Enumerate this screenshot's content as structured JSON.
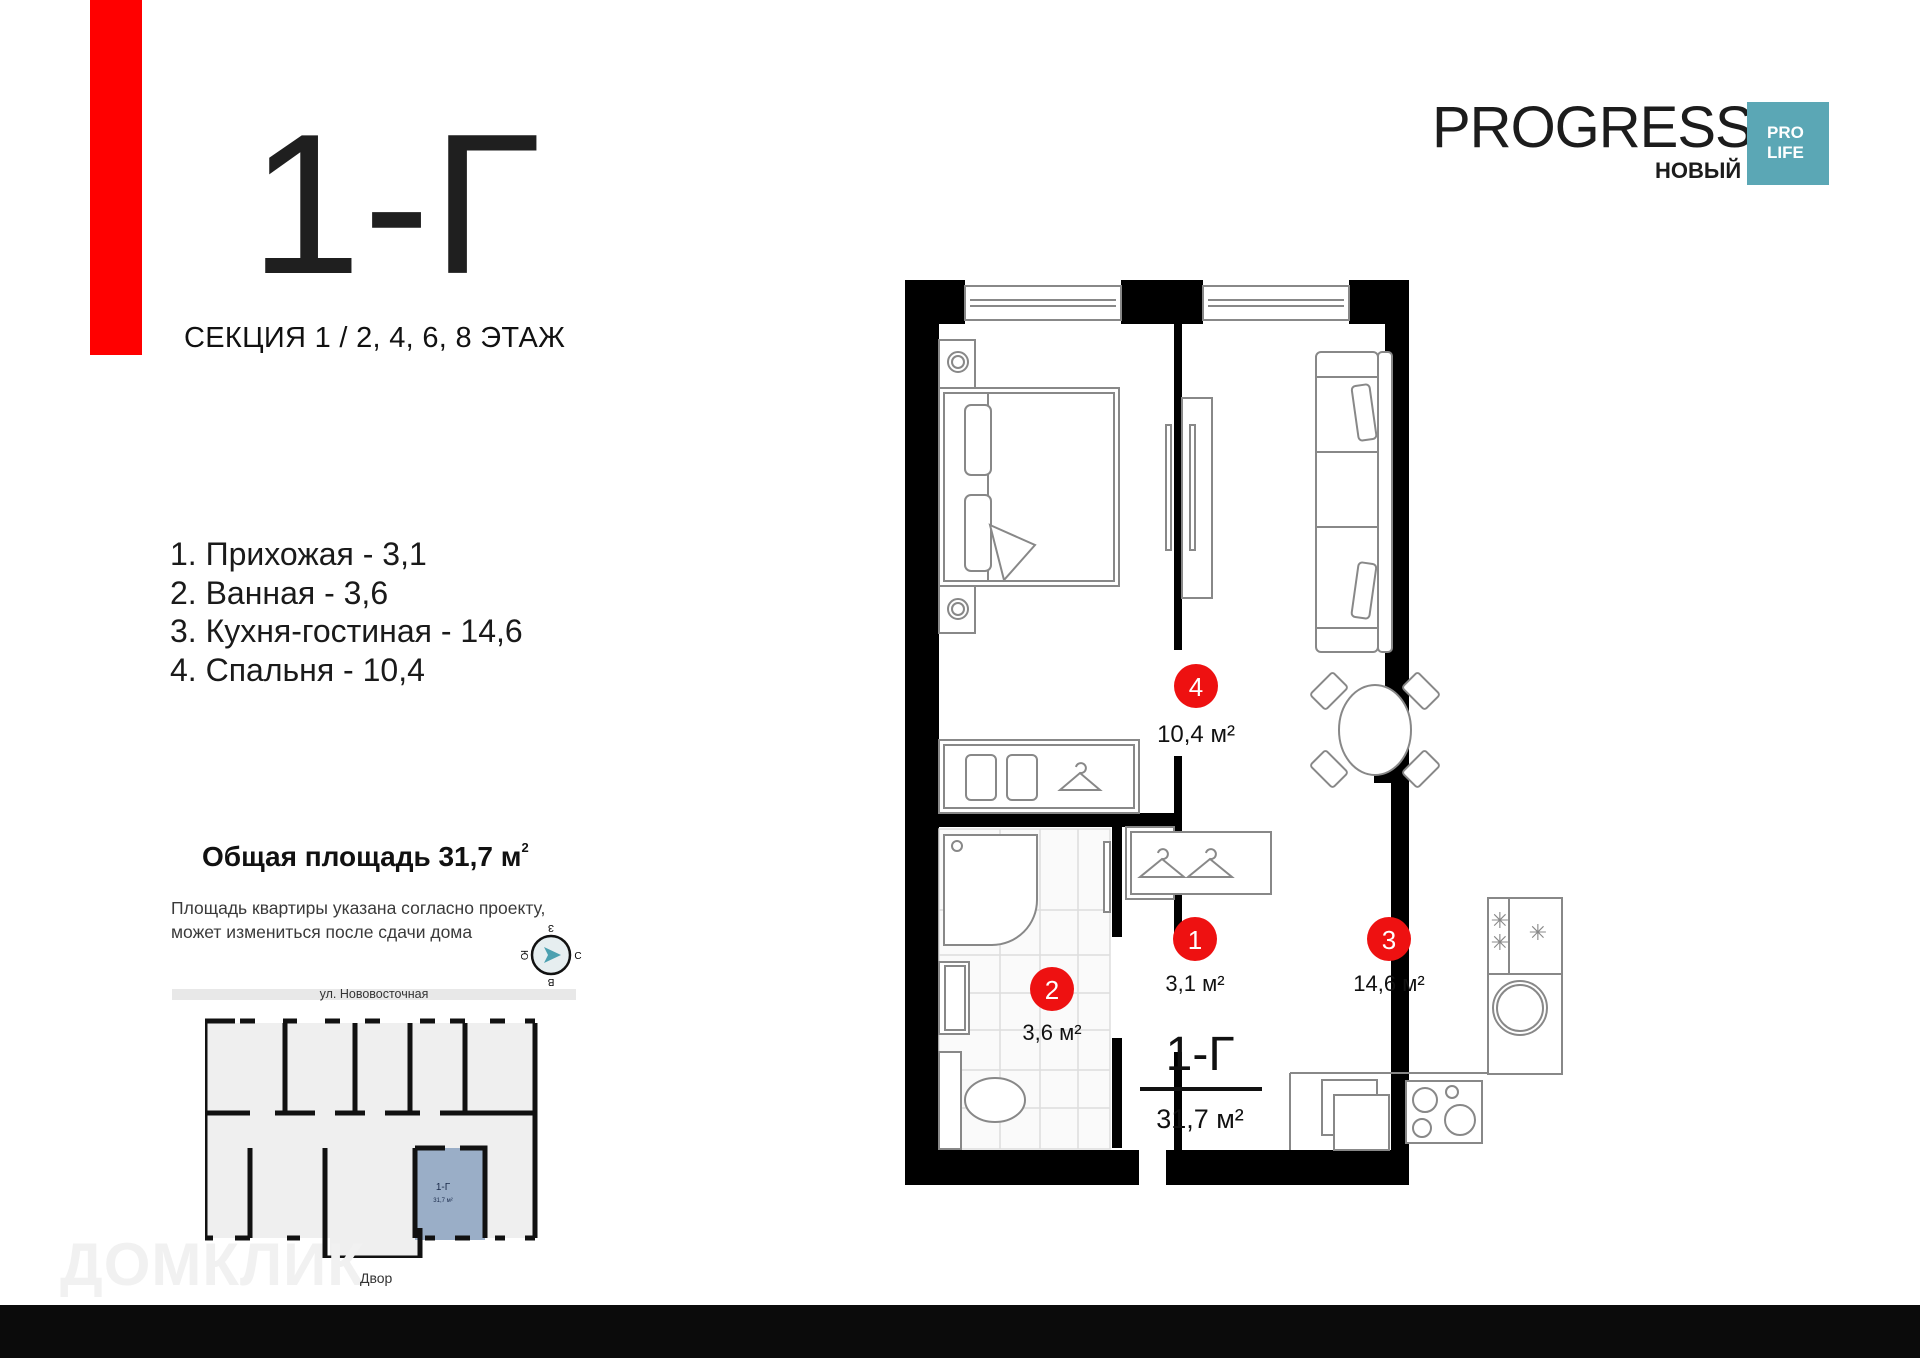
{
  "header": {
    "apartment_code": "1-Г",
    "section_floors": "СЕКЦИЯ 1  / 2, 4, 6, 8 ЭТАЖ"
  },
  "brand": {
    "name": "PROGRESS",
    "subtitle": "НОВЫЙ",
    "badge_line1": "PRO",
    "badge_line2": "LIFE",
    "badge_color": "#5ba7b5",
    "accent_color": "#ff0000"
  },
  "rooms": [
    {
      "num": "1",
      "label": "1.  Прихожая - 3,1",
      "name": "Прихожая",
      "area": "3,1 м²"
    },
    {
      "num": "2",
      "label": "2. Ванная - 3,6",
      "name": "Ванная",
      "area": "3,6 м²"
    },
    {
      "num": "3",
      "label": "3. Кухня-гостиная - 14,6",
      "name": "Кухня-гостиная",
      "area": "14,6 м²"
    },
    {
      "num": "4",
      "label": "4. Спальня - 10,4",
      "name": "Спальня",
      "area": "10,4 м²"
    }
  ],
  "summary": {
    "total_label": "Общая площадь 31,7 м",
    "total_sup": "2",
    "note_line1": "Площадь квартиры указана согласно проекту,",
    "note_line2": "может измениться после сдачи дома"
  },
  "compass": {
    "n": "З",
    "e": "С",
    "s": "В",
    "w": "Ю"
  },
  "site_plan": {
    "street": "ул. Нововосточная",
    "yard": "Двор",
    "highlight_label": "1-Г",
    "highlight_area": "31,7 м²",
    "highlight_color": "#9aaec7"
  },
  "floorplan": {
    "code": "1-Г",
    "total_area": "31,7 м²"
  },
  "watermark": "ДОМКЛИК"
}
